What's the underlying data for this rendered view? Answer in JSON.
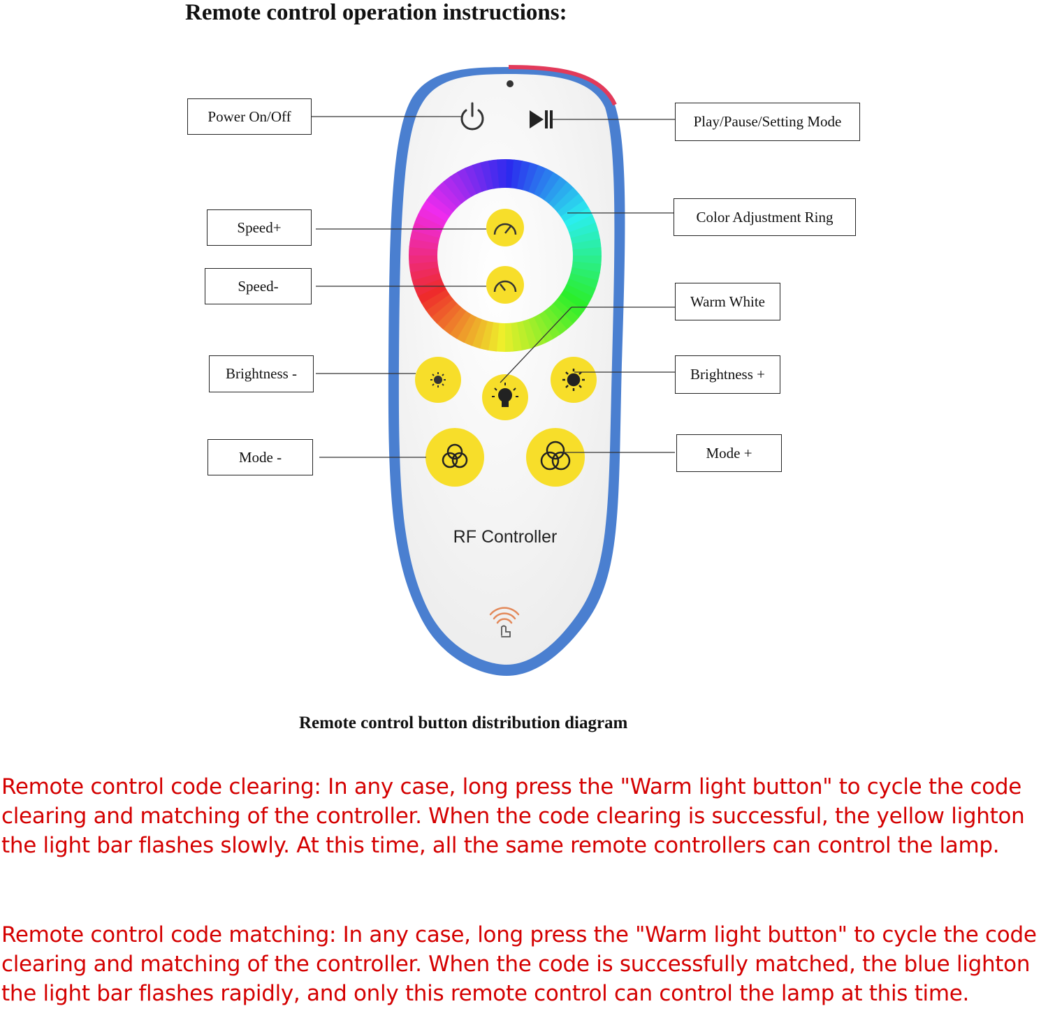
{
  "title": "Remote control operation instructions:",
  "caption": "Remote control button distribution diagram",
  "remote": {
    "brand_text": "RF Controller"
  },
  "labels": {
    "power": "Power On/Off",
    "play": "Play/Pause/Setting Mode",
    "color_ring": "Color Adjustment Ring",
    "speed_plus": "Speed+",
    "speed_minus": "Speed-",
    "warm_white": "Warm White",
    "brightness_minus": "Brightness -",
    "brightness_plus": "Brightness +",
    "mode_minus": "Mode -",
    "mode_plus": "Mode +"
  },
  "instructions": {
    "code_clearing": "Remote control code clearing: In any case, long press the \"Warm light button\" to cycle the code clearing and matching of the controller. When the code clearing is successful, the yellow lighton the light bar flashes slowly. At this time, all the same remote controllers can control the lamp.",
    "code_matching": "Remote control code matching: In any case, long press the \"Warm light button\" to cycle the code clearing and matching of the controller. When the code is successfully matched, the blue lighton the light bar flashes rapidly, and only this remote control can control the lamp at this time."
  },
  "colors": {
    "button_yellow": "#f7de2a",
    "instruction_red": "#d40000",
    "remote_edge_blue": "#4a7fd0"
  }
}
